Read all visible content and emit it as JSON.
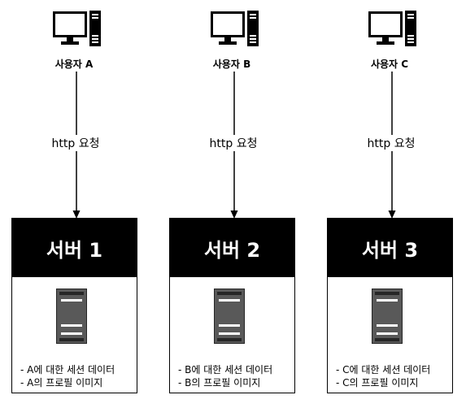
{
  "columns": [
    {
      "user_label": "사용자 A",
      "request_label": "http 요청",
      "server_title": "서버 1",
      "notes": [
        "- A에 대한 세션 데이터",
        "- A의 프로필 이미지"
      ]
    },
    {
      "user_label": "사용자 B",
      "request_label": "http 요청",
      "server_title": "서버 2",
      "notes": [
        "- B에 대한 세션 데이터",
        "- B의 프로필 이미지"
      ]
    },
    {
      "user_label": "사용자 C",
      "request_label": "http 요청",
      "server_title": "서버 3",
      "notes": [
        "- C에 대한 세션 데이터",
        "- C의 프로필 이미지"
      ]
    }
  ],
  "icons": {
    "user": "desktop-computer-icon",
    "server": "server-rack-icon"
  },
  "colors": {
    "server_header_bg": "#000000",
    "server_header_text": "#ffffff",
    "rack_body": "#595959",
    "rack_border": "#262626"
  }
}
